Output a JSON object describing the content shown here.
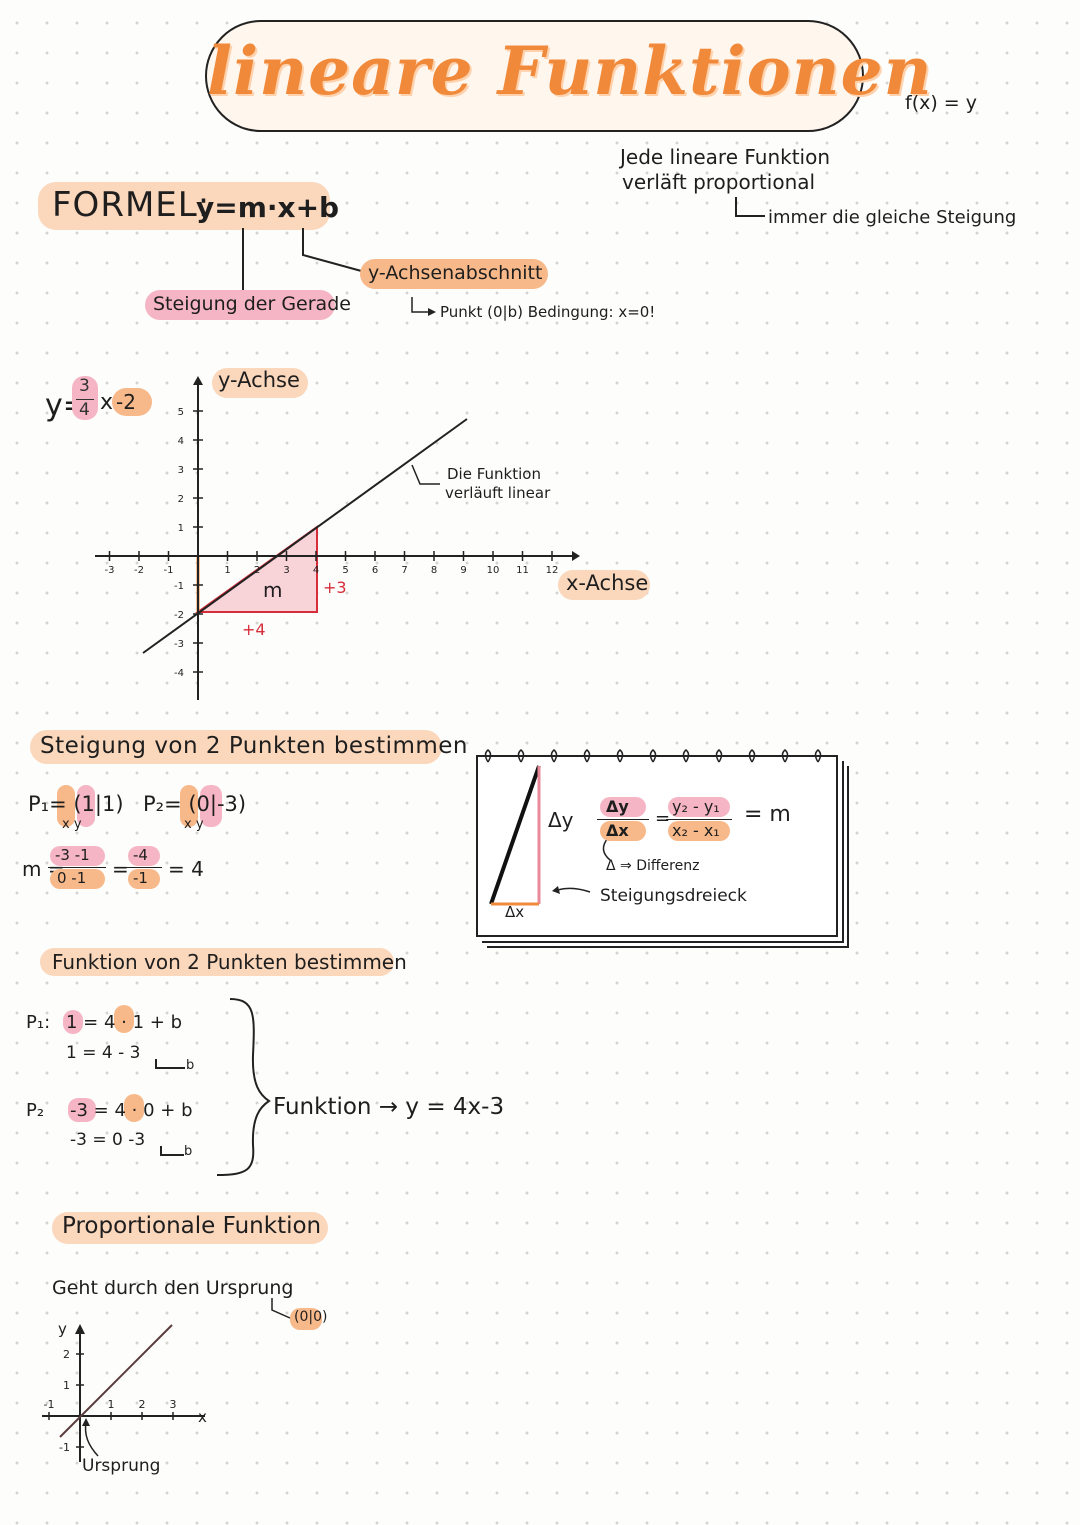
{
  "title": "lineare Funktionen",
  "top_right_note": "f(x) = y",
  "intro": {
    "line1": "Jede lineare Funktion",
    "line2": "verläft proportional",
    "sub": "immer die gleiche Steigung"
  },
  "formula": {
    "label": "FORMEL:",
    "expression": "y=m·x+b",
    "m_label": "Steigung der Gerade",
    "b_label": "y-Achsenabschnitt",
    "b_note": "Punkt (0|b) Bedingung: x=0!"
  },
  "example": {
    "equation_prefix": "y=",
    "m_num": "3",
    "m_den": "4",
    "equation_rest_x": "x",
    "equation_b": "-2",
    "y_axis_label": "y-Achse",
    "x_axis_label": "x-Achse",
    "line_note_1": "Die Funktion",
    "line_note_2": "verläuft linear",
    "triangle_label": "m",
    "run_label": "+4",
    "rise_label": "+3",
    "x_ticks": [
      -3,
      -2,
      -1,
      1,
      2,
      3,
      4,
      5,
      6,
      7,
      8,
      9,
      10,
      11,
      12
    ],
    "y_ticks": [
      5,
      4,
      3,
      2,
      1,
      -1,
      -2,
      -3,
      -4
    ]
  },
  "two_points_slope": {
    "heading": "Steigung von 2 Punkten bestimmen",
    "p1": "P₁= (1|1)",
    "p2": "P₂= (0|-3)",
    "xy_under": "x y",
    "m_label": "m =",
    "frac1_num": "-3 -1",
    "frac1_den": "0 -1",
    "frac2_num": "-4",
    "frac2_den": "-1",
    "result": "= 4"
  },
  "slope_card": {
    "dy": "Δy",
    "dx": "Δx",
    "frac_num": "Δy",
    "frac_den": "Δx",
    "eq": "=",
    "frac2_num": "y₂ - y₁",
    "frac2_den": "x₂ - x₁",
    "result": "= m",
    "delta_note": "Δ ⇒ Differenz",
    "triangle_note": "Steigungsdreieck"
  },
  "function_from_points": {
    "heading": "Funktion von 2 Punkten bestimmen",
    "p1_label": "P₁:",
    "p1_line1": "1 = 4 · 1 + b",
    "p1_line2": "1 = 4    - 3",
    "p1_b": "b",
    "p2_label": "P₂",
    "p2_line1": "-3 = 4 · 0 + b",
    "p2_line2": "-3 = 0    -3",
    "p2_b": "b",
    "result": "Funktion → y = 4x-3"
  },
  "proportional": {
    "heading": "Proportionale Funktion",
    "text": "Geht durch den Ursprung",
    "origin": "(0|0)",
    "origin_label": "Ursprung",
    "x_label": "x",
    "y_label": "y",
    "x_ticks": [
      -1,
      1,
      2,
      3
    ],
    "y_ticks": [
      2,
      1,
      -1
    ]
  },
  "colors": {
    "orange": "#f08a3a",
    "peach": "#fbd7bc",
    "pink": "#f5b5c4",
    "red": "#d62d3a",
    "triangle_fill": "#f8d3d8"
  }
}
